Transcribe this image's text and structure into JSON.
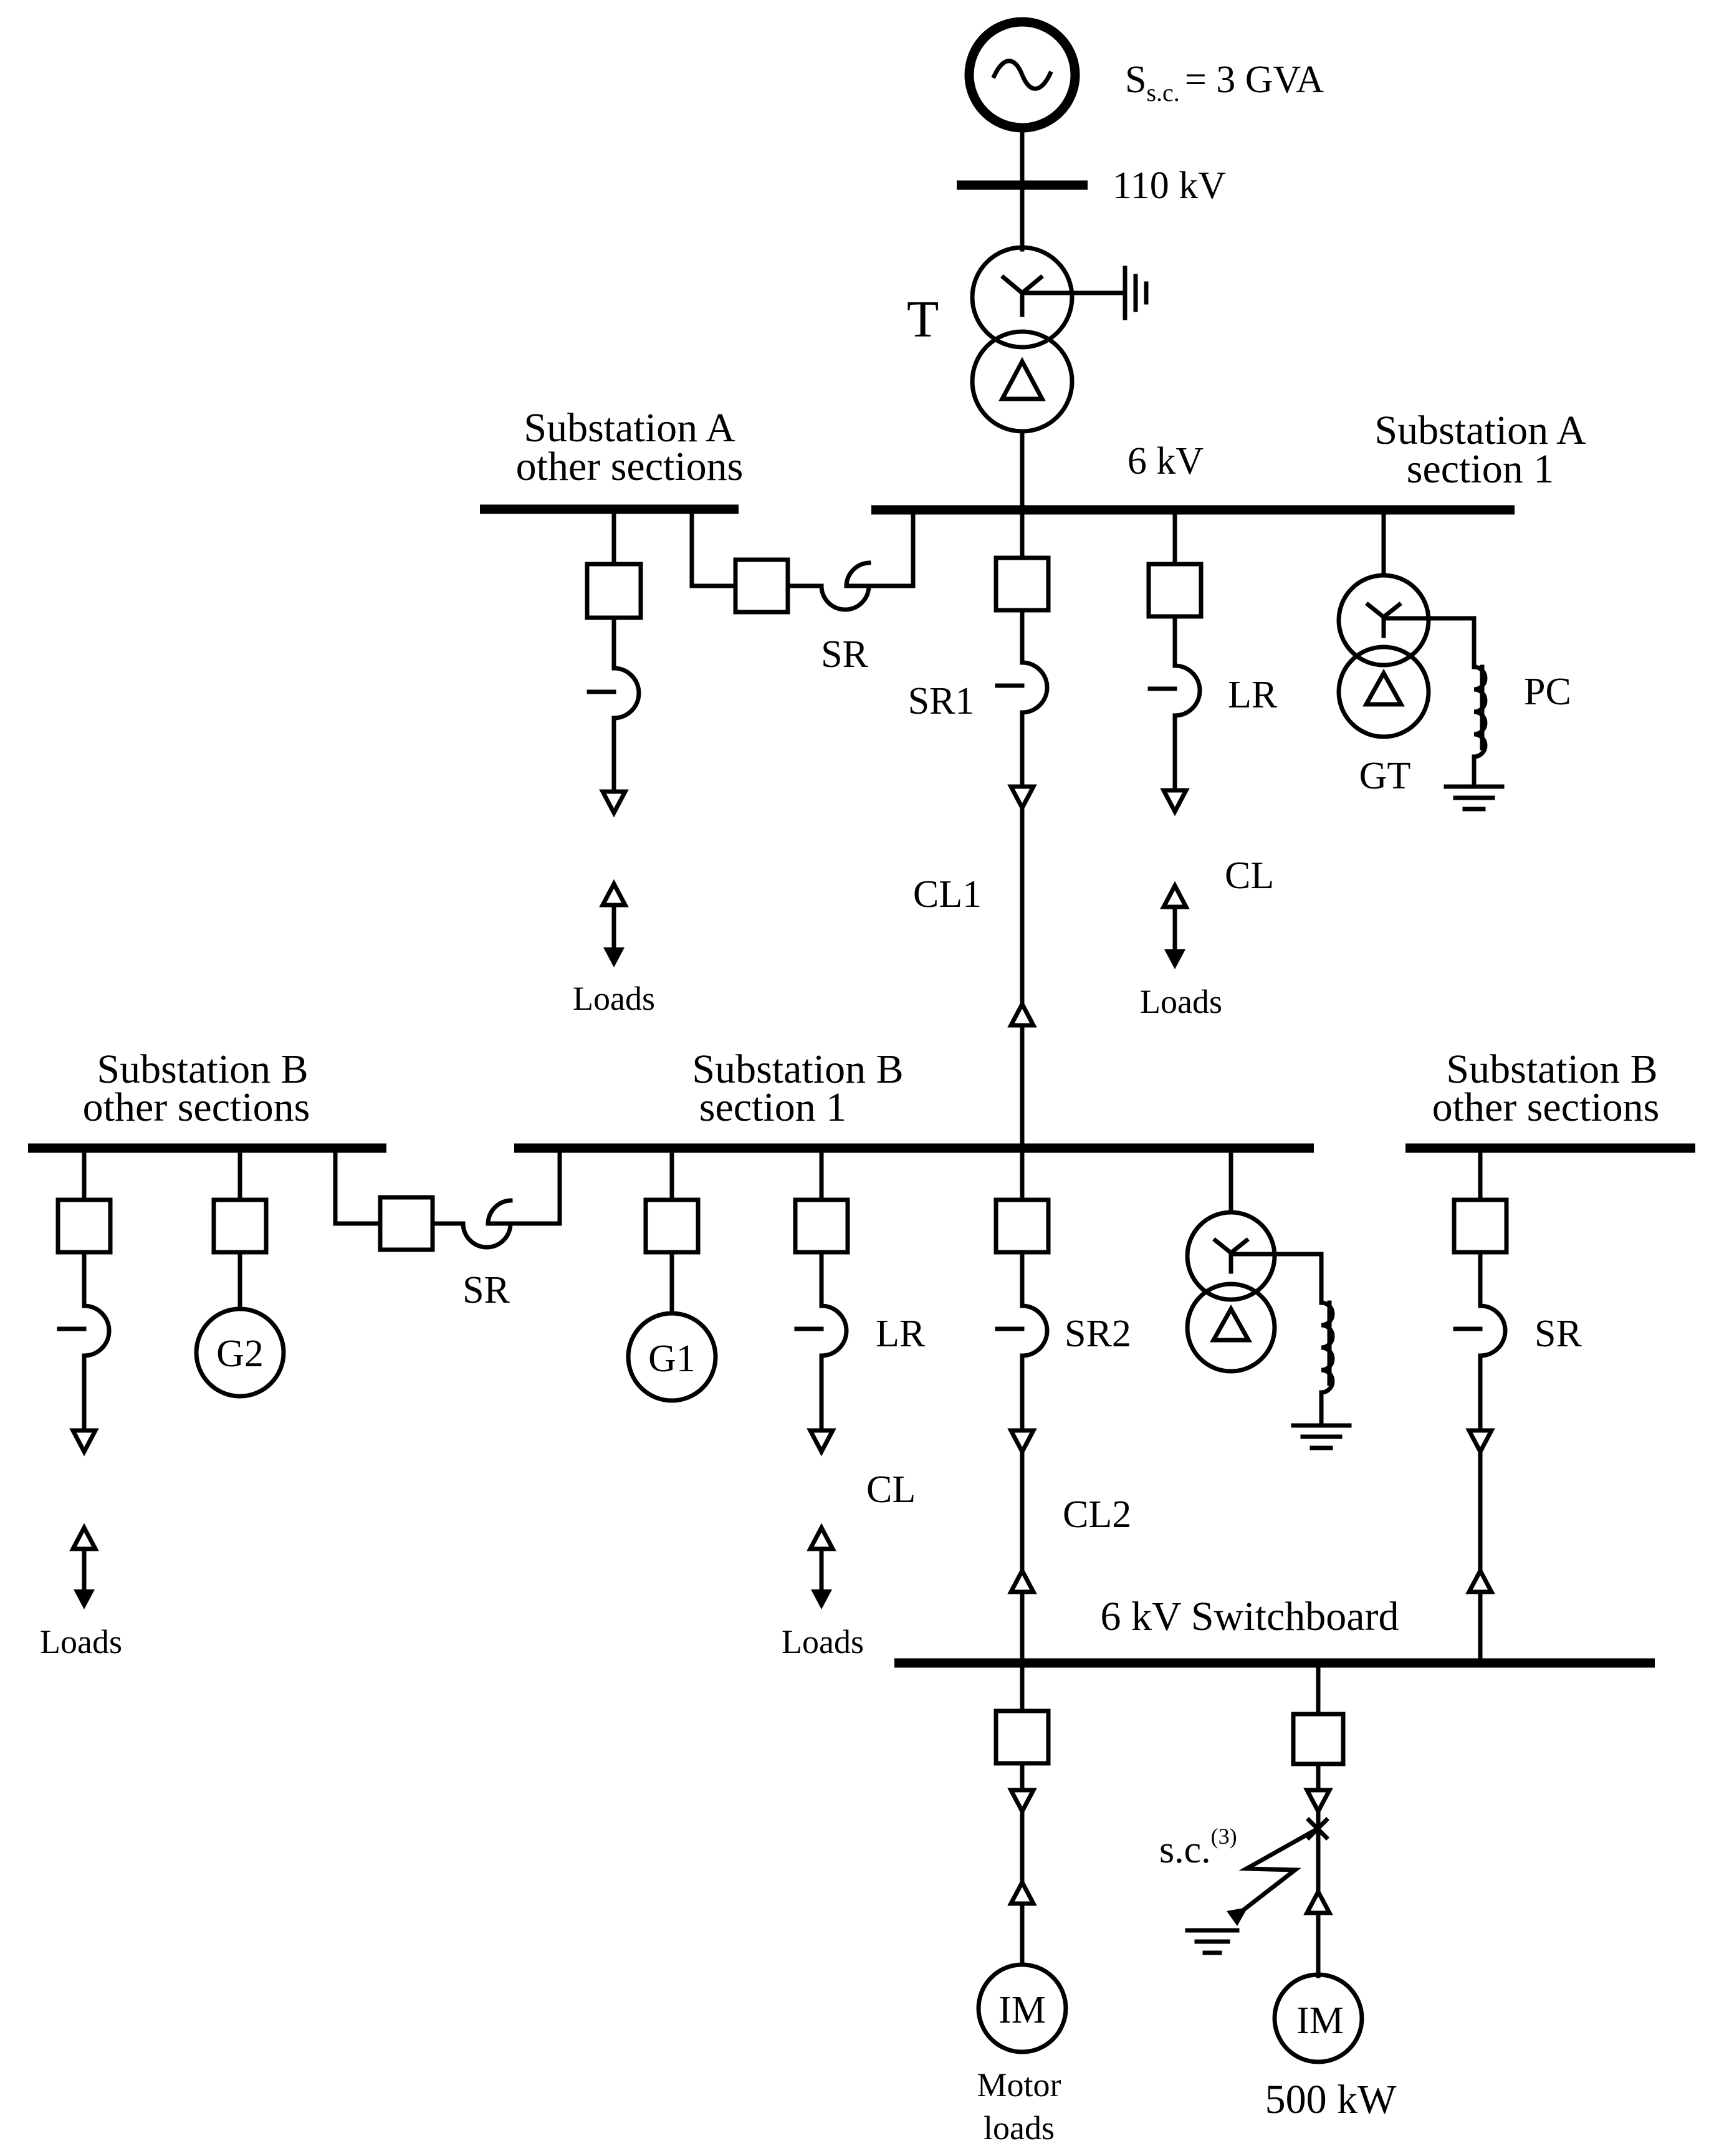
{
  "source": {
    "ssc_prefix": "S",
    "ssc_sub": "s.c.",
    "ssc_value": "= 3 GVA",
    "bus_voltage": "110 kV",
    "transformer": "T"
  },
  "substation_a": {
    "main_title_1": "Substation A",
    "main_title_2": "section 1",
    "other_title_1": "Substation A",
    "other_title_2": "other sections",
    "bus_voltage": "6 kV",
    "sr_label": "SR",
    "sr1_label": "SR1",
    "lr_label": "LR",
    "pc_label": "PC",
    "gt_label": "GT",
    "cl1_label": "CL1",
    "cl_label": "CL",
    "loads_left": "Loads",
    "loads_right": "Loads"
  },
  "substation_b": {
    "main_title_1": "Substation B",
    "main_title_2": "section 1",
    "left_title_1": "Substation B",
    "left_title_2": "other sections",
    "right_title_1": "Substation B",
    "right_title_2": "other sections",
    "g1_label": "G1",
    "g2_label": "G2",
    "sr_tie_label": "SR",
    "lr_label": "LR",
    "sr2_label": "SR2",
    "sr_right_label": "SR",
    "cl_label": "CL",
    "cl2_label": "CL2",
    "loads_left": "Loads",
    "loads_mid": "Loads"
  },
  "switchboard": {
    "title": "6 kV Switchboard",
    "motor_left": "IM",
    "motor_right": "IM",
    "motor_loads_1": "Motor",
    "motor_loads_2": "loads",
    "motor_rating": "500 kW",
    "fault_label": "s.c.",
    "fault_sup": "(3)"
  }
}
